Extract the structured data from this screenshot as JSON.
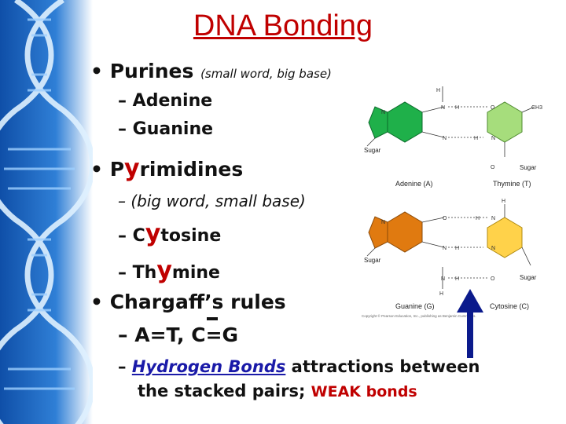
{
  "slide": {
    "title": "DNA Bonding",
    "bullets": {
      "purines": {
        "label": "Purines",
        "note": "(small word, big base)",
        "items": [
          "Adenine",
          "Guanine"
        ]
      },
      "pyrimidines": {
        "label_first": "P",
        "label_big": "y",
        "label_rest": "rimidines",
        "note": "(big word, small base)",
        "cytosine": {
          "first": "C",
          "big": "y",
          "rest": "tosine"
        },
        "thymine": {
          "first": "Th",
          "big": "y",
          "rest": "mine"
        }
      },
      "chargaff": {
        "label": "Chargaff’s rules",
        "rule_at": "A=T,",
        "rule_cg": "C=G",
        "hbonds": "Hydrogen Bonds",
        "hbonds_rest": "attractions between",
        "line2_prefix": "the stacked pairs;",
        "weak": "WEAK bonds"
      }
    },
    "dash": "–",
    "bullet_symbol": "•"
  },
  "diagram": {
    "at_labels": {
      "left": "Adenine (A)",
      "right": "Thymine (T)"
    },
    "cg_labels": {
      "left": "Guanine (G)",
      "right": "Cytosine (C)"
    },
    "sugar": "Sugar",
    "atoms": {
      "H": "H",
      "N": "N",
      "O": "O",
      "CH3": "CH3"
    },
    "copyright": "Copyright © Pearson Education, Inc., publishing as Benjamin Cummings.",
    "colors": {
      "adenine": "#1fb04a",
      "thymine": "#a6dd7c",
      "guanine": "#e07a10",
      "cytosine": "#ffd24a",
      "arrow": "#0b1a8c",
      "accent": "#c00000"
    }
  }
}
